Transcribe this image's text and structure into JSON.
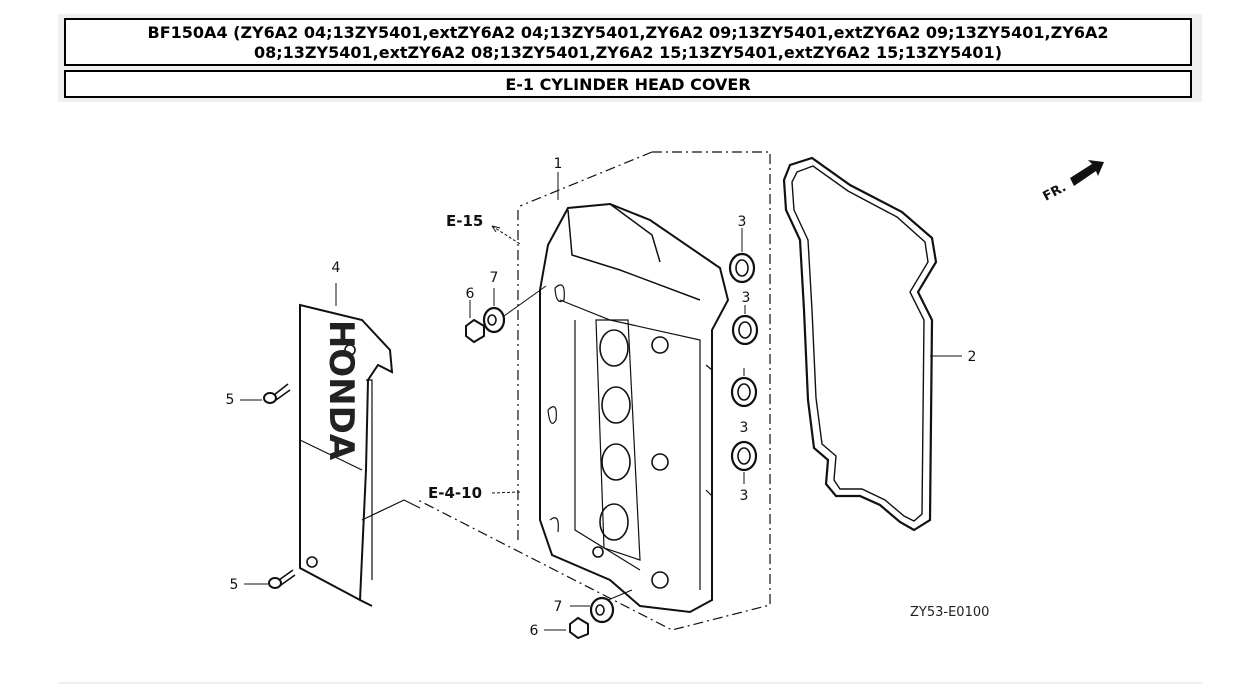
{
  "header": {
    "title": "BF150A4 (ZY6A2 04;13ZY5401,extZY6A2 04;13ZY5401,ZY6A2 09;13ZY5401,extZY6A2 09;13ZY5401,ZY6A2 08;13ZY5401,extZY6A2 08;13ZY5401,ZY6A2 15;13ZY5401,extZY6A2 15;13ZY5401)",
    "section": "E-1 CYLINDER HEAD COVER"
  },
  "diagram": {
    "ref_e15": "E-15",
    "ref_e410": "E-4-10",
    "front_label": "FR.",
    "code": "ZY53-E0100",
    "callouts": {
      "c1": "1",
      "c2": "2",
      "c3a": "3",
      "c3b": "3",
      "c3c": "3",
      "c3d": "3",
      "c4": "4",
      "c5a": "5",
      "c5b": "5",
      "c6a": "6",
      "c6b": "6",
      "c7a": "7",
      "c7b": "7"
    }
  }
}
